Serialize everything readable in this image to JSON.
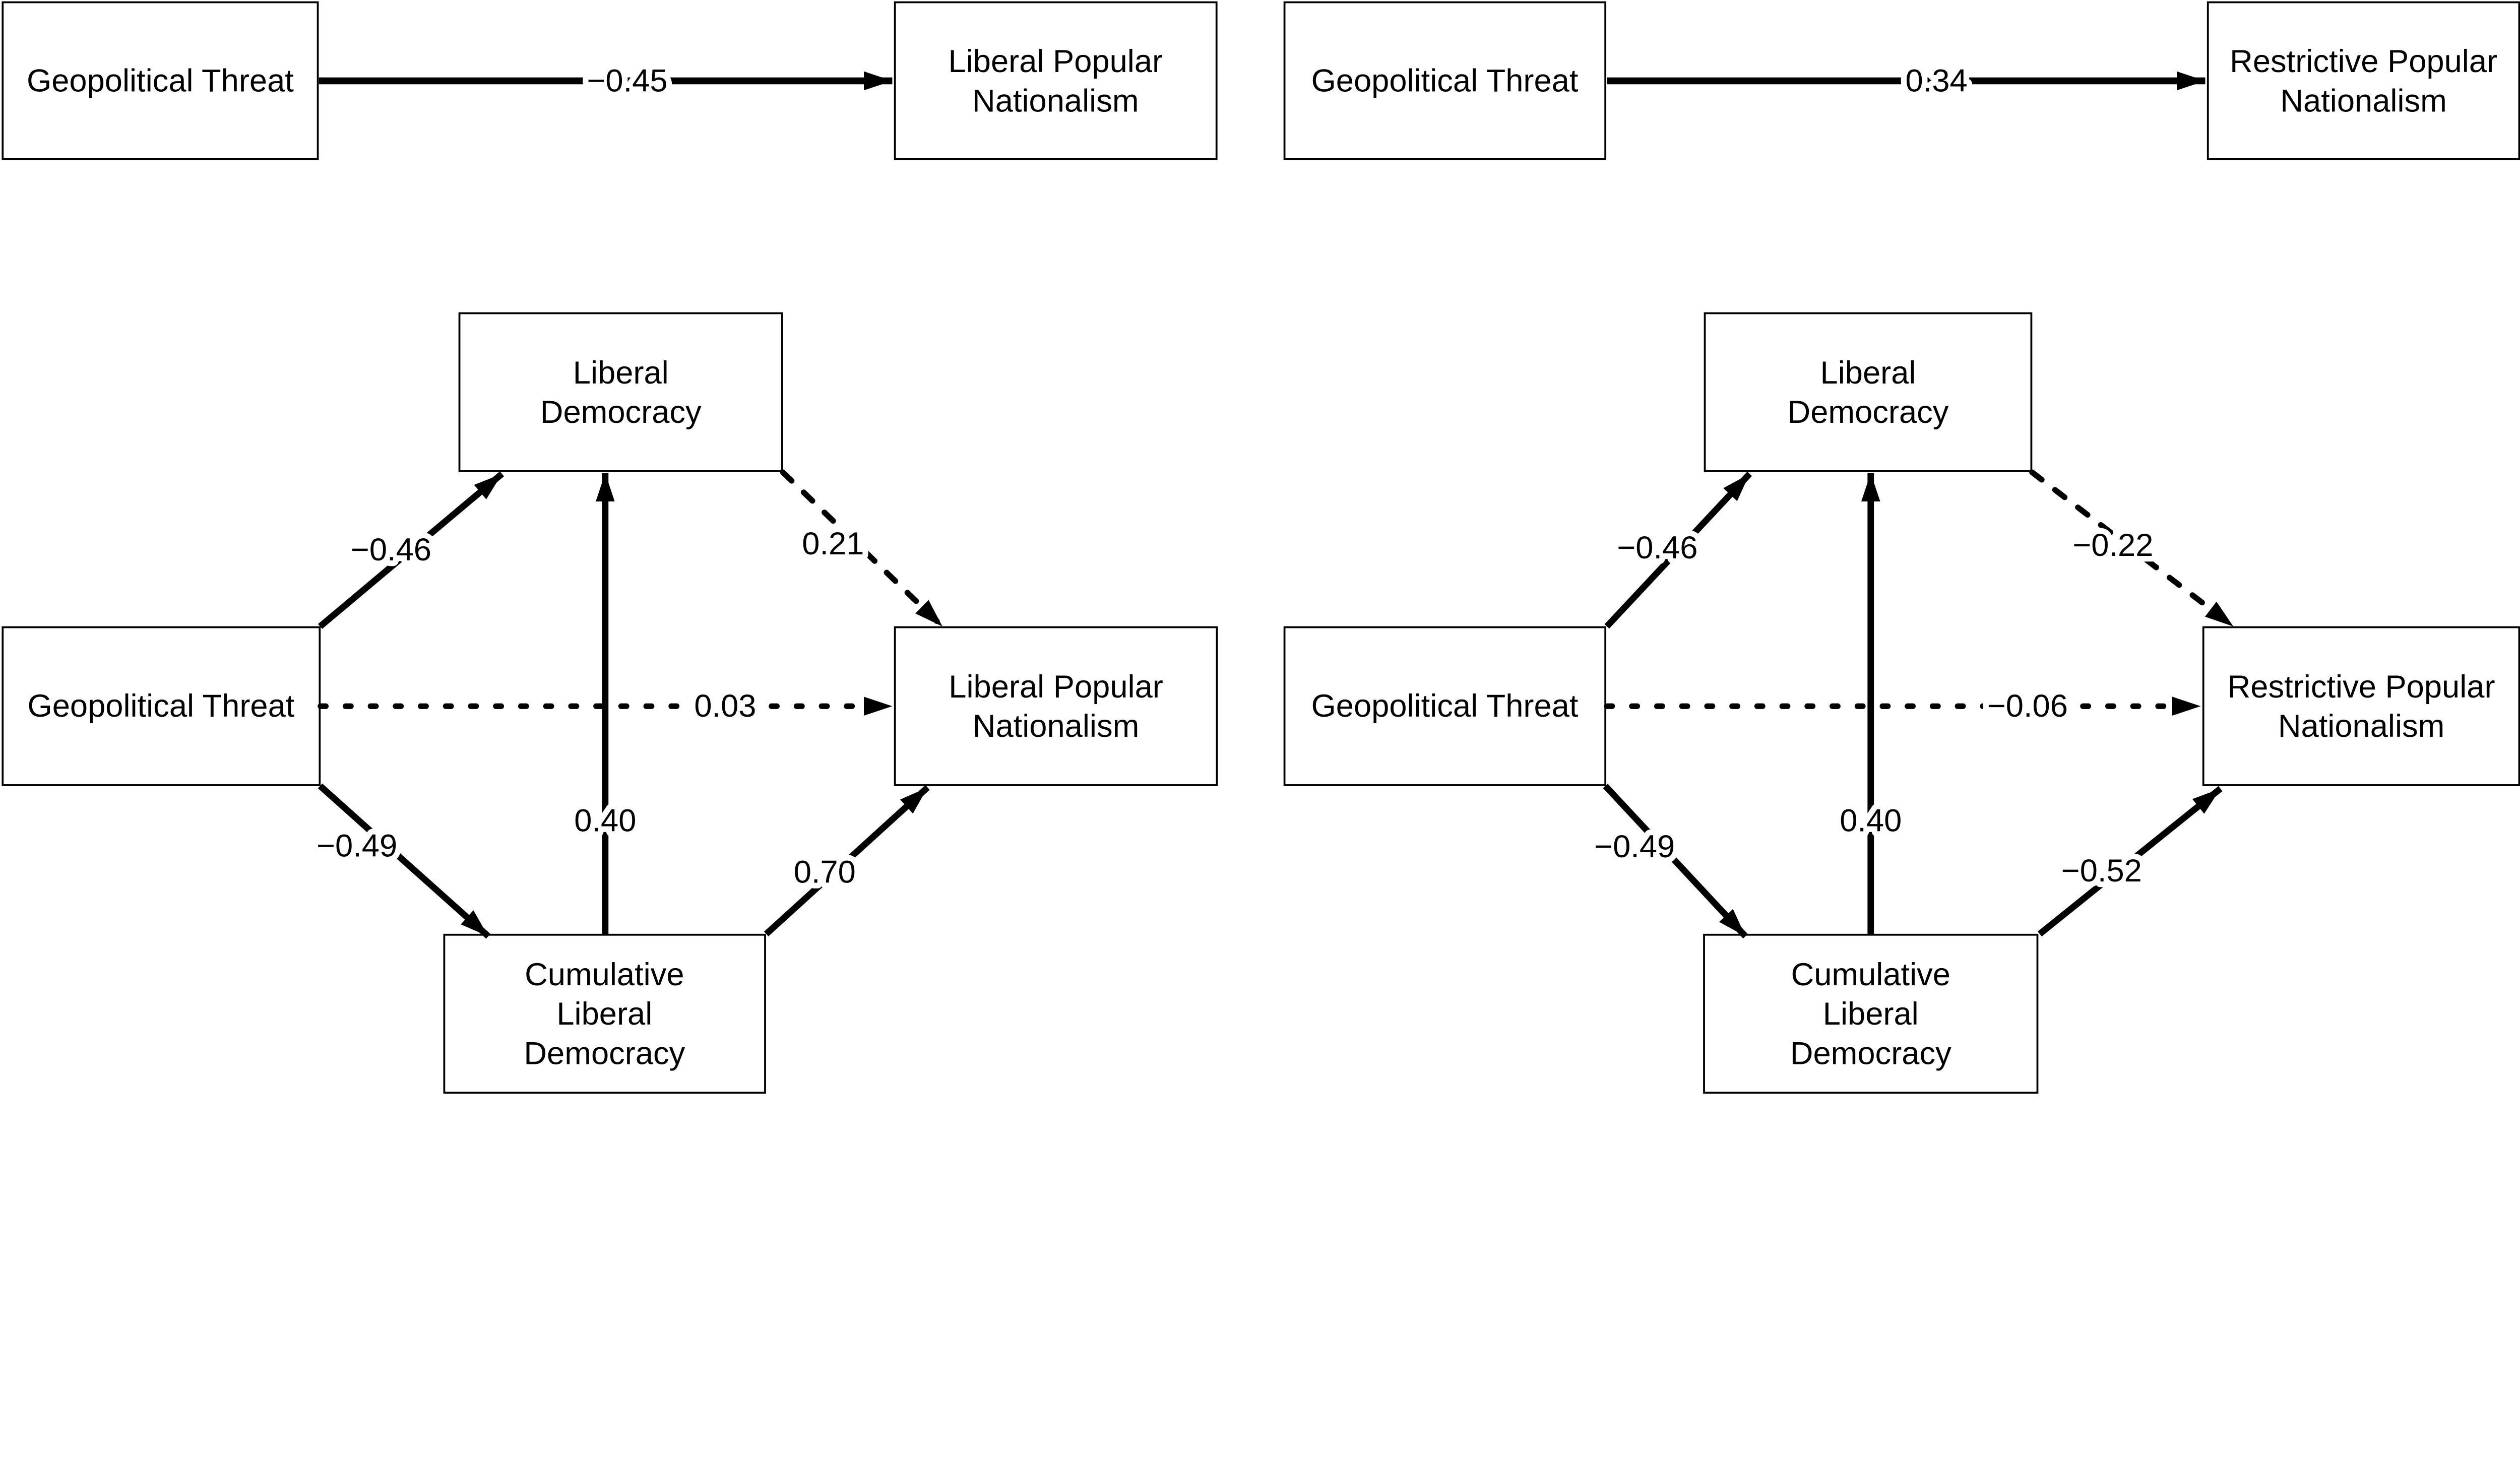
{
  "colors": {
    "ink": "#000000",
    "background": "#ffffff"
  },
  "panels": [
    {
      "id": "liberal",
      "simple": {
        "predictor": "Geopolitical Threat",
        "coef": "−0.45",
        "outcome_lines": [
          "Liberal Popular",
          "Nationalism"
        ]
      },
      "mediation": {
        "predictor": "Geopolitical Threat",
        "mediator_top_lines": [
          "Liberal",
          "Democracy"
        ],
        "mediator_bottom_lines": [
          "Cumulative",
          "Liberal",
          "Democracy"
        ],
        "outcome_lines": [
          "Liberal Popular",
          "Nationalism"
        ],
        "coef_predictor_to_mediator_top": "−0.46",
        "coef_predictor_to_mediator_bottom": "−0.49",
        "coef_predictor_to_outcome_direct": "0.03",
        "coef_mediator_bottom_to_top": "0.40",
        "coef_mediator_top_to_outcome": "0.21",
        "coef_mediator_bottom_to_outcome": "0.70"
      }
    },
    {
      "id": "restrictive",
      "simple": {
        "predictor": "Geopolitical Threat",
        "coef": "0.34",
        "outcome_lines": [
          "Restrictive Popular",
          "Nationalism"
        ]
      },
      "mediation": {
        "predictor": "Geopolitical Threat",
        "mediator_top_lines": [
          "Liberal",
          "Democracy"
        ],
        "mediator_bottom_lines": [
          "Cumulative",
          "Liberal",
          "Democracy"
        ],
        "outcome_lines": [
          "Restrictive Popular",
          "Nationalism"
        ],
        "coef_predictor_to_mediator_top": "−0.46",
        "coef_predictor_to_mediator_bottom": "−0.49",
        "coef_predictor_to_outcome_direct": "−0.06",
        "coef_mediator_bottom_to_top": "0.40",
        "coef_mediator_top_to_outcome": "−0.22",
        "coef_mediator_bottom_to_outcome": "−0.52"
      }
    }
  ]
}
